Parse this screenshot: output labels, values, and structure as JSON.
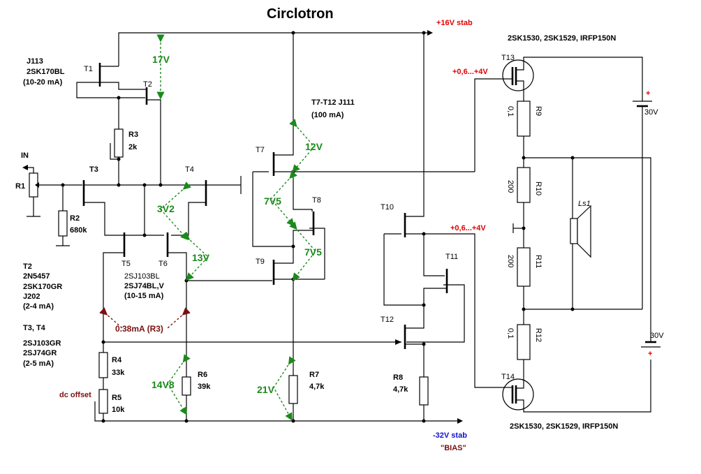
{
  "title": "Circlotron",
  "rails": {
    "pos": "+16V stab",
    "neg": "-32V stab",
    "bias": "\"BIAS\""
  },
  "mosfet_top": "2SK1530, 2SK1529, IRFP150N",
  "mosfet_bottom": "2SK1530, 2SK1529, IRFP150N",
  "t1_parts": [
    "J113",
    "2SK170BL",
    "(10-20 mA)"
  ],
  "t2_parts": [
    "T2",
    "2N5457",
    "2SK170GR",
    "J202",
    "(2-4 mA)"
  ],
  "t34_parts": [
    "T3, T4",
    "2SJ103GR",
    "2SJ74GR",
    "(2-5 mA)"
  ],
  "t56_parts": [
    "2SJ103BL",
    "2SJ74BL,V",
    "(10-15 mA)"
  ],
  "t7_parts": [
    "T7-T12   J111",
    "(100 mA)"
  ],
  "transistors": [
    "T1",
    "T2",
    "T3",
    "T4",
    "T5",
    "T6",
    "T7",
    "T8",
    "T9",
    "T10",
    "T11",
    "T12",
    "T13",
    "T14"
  ],
  "resistors": {
    "R1": "R1",
    "R2": "R2",
    "R2v": "680k",
    "R3": "R3",
    "R3v": "2k",
    "R4": "R4",
    "R4v": "33k",
    "R5": "R5",
    "R5v": "10k",
    "R6": "R6",
    "R6v": "39k",
    "R7": "R7",
    "R7v": "4,7k",
    "R8": "R8",
    "R8v": "4,7k",
    "R9": "R9",
    "R9v": "0,1",
    "R10": "R10",
    "R10v": "200",
    "R11": "R11",
    "R11v": "200",
    "R12": "R12",
    "R12v": "0,1"
  },
  "input": "IN",
  "dc_offset": "dc offset",
  "speaker": "Ls1",
  "battery_top": {
    "v": "30V",
    "sign": "+"
  },
  "battery_bottom": {
    "v": "30V",
    "sign": "+"
  },
  "gate_bias_top": "+0,6...+4V",
  "gate_bias_mid": "+0,6...+4V",
  "voltages": {
    "v17": "17V",
    "v12": "12V",
    "v3v2": "3V2",
    "v7v5a": "7V5",
    "v7v5b": "7V5",
    "v13": "13V",
    "v14v8": "14V8",
    "v21": "21V"
  },
  "current_r3": "0.38mA (R3)",
  "colors": {
    "green": "#1a8a1a",
    "red": "#e00000",
    "darkred": "#7a1010",
    "blue": "#1010d0"
  }
}
